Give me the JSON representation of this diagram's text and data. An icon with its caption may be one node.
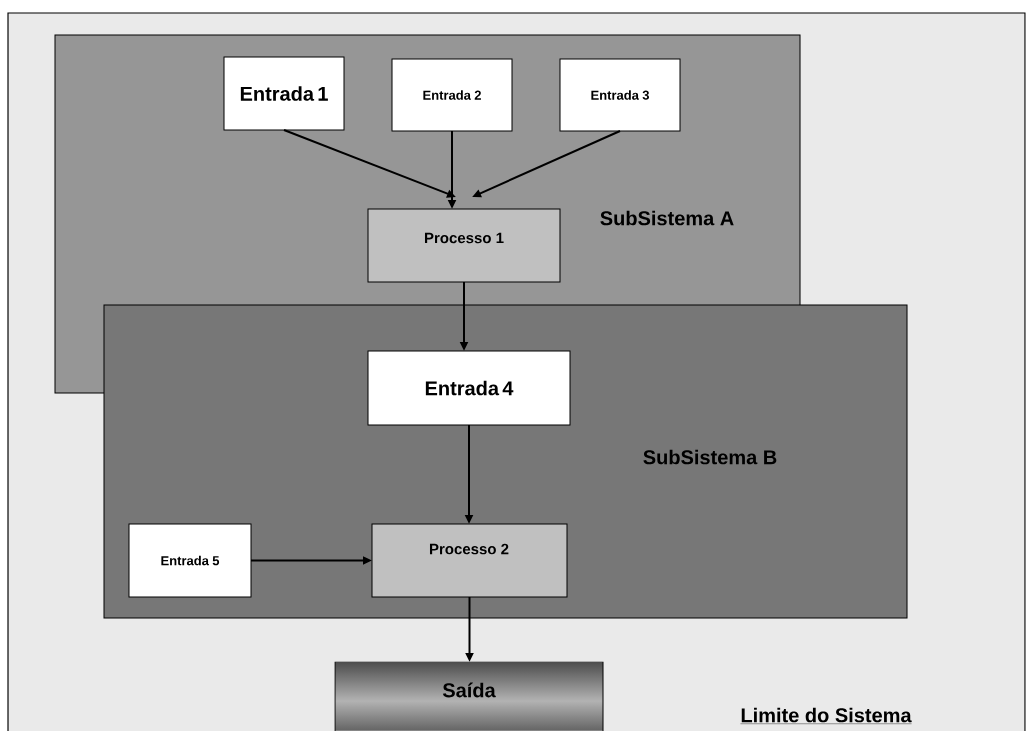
{
  "diagram": {
    "nodes": [
      {
        "text": [
          "Limite do Sistema"
        ]
      },
      {
        "text": [
          "SubSistema A"
        ],
        "in": 0
      },
      {
        "text": [
          "Entrada 1"
        ],
        "in": 1
      },
      {
        "text": [
          "Entrada 2"
        ],
        "in": 1
      },
      {
        "text": [
          "Entrada 3"
        ],
        "in": 1
      },
      {
        "text": [
          "Processo 1"
        ],
        "in": 1
      },
      {
        "text": [
          "SubSistema B"
        ],
        "in": 0
      },
      {
        "text": [
          "Entrada 4"
        ],
        "in": 6
      },
      {
        "text": [
          "Entrada 5"
        ],
        "in": 6
      },
      {
        "text": [
          "Processo 2"
        ],
        "in": 6
      },
      {
        "text": [
          "Saída"
        ],
        "in": 0
      }
    ],
    "edges": [
      {
        "from": 2,
        "to": 5,
        "arrow": "to"
      },
      {
        "from": 3,
        "to": 5,
        "arrow": "to"
      },
      {
        "from": 4,
        "to": 5,
        "arrow": "to"
      },
      {
        "from": 5,
        "to": 7,
        "arrow": "to"
      },
      {
        "from": 7,
        "to": 9,
        "arrow": "to"
      },
      {
        "from": 8,
        "to": 9,
        "arrow": "to"
      },
      {
        "from": 9,
        "to": 10,
        "arrow": "to"
      }
    ]
  }
}
